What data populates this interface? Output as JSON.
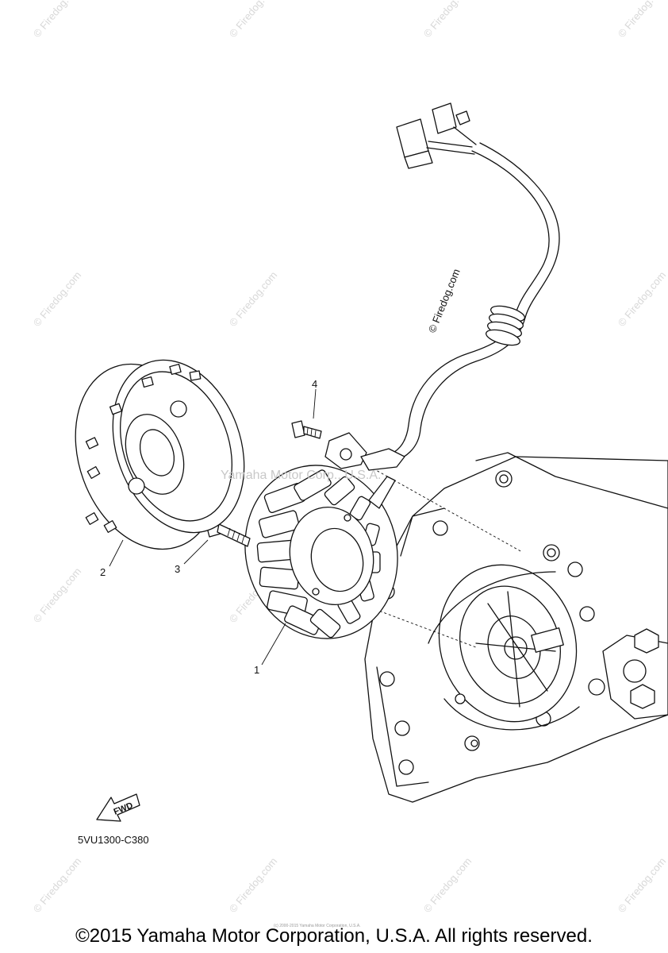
{
  "watermark": {
    "tile_text": "© Firedog.com",
    "center_text": "Yamaha Motor Corp., U.S.A.",
    "tiny_notice": "(c) 2000-2015 Yamaha Motor Corporation, U.S.A."
  },
  "callouts": [
    "1",
    "2",
    "3",
    "4"
  ],
  "arrow_label": "FWD",
  "diagram_code": "5VU1300-C380",
  "copyright": "©2015 Yamaha Motor Corporation, U.S.A. All rights reserved."
}
